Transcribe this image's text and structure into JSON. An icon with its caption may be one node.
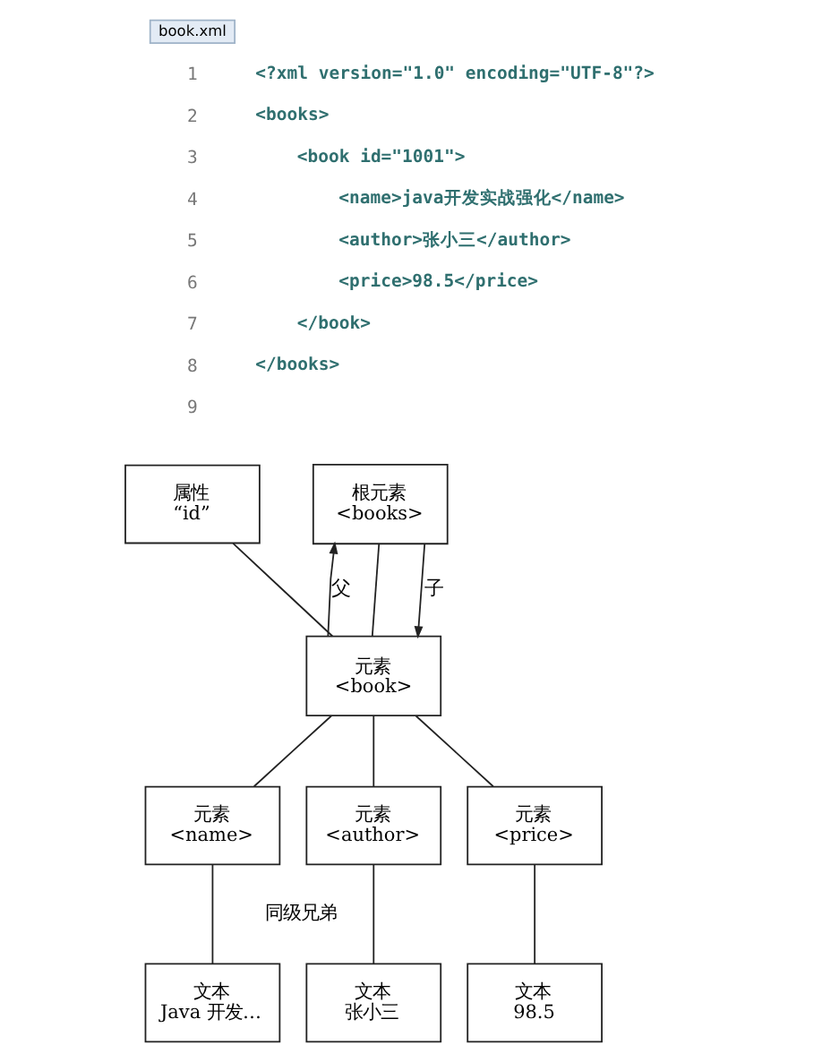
{
  "diagram": {
    "nodes": [
      {
        "text": [
          "属性",
          "“id”"
        ]
      },
      {
        "text": [
          "根元素",
          "<books>"
        ]
      },
      {
        "text": [
          "元素",
          "<book>"
        ]
      },
      {
        "text": [
          "元素",
          "<name>"
        ]
      },
      {
        "text": [
          "元素",
          "<author>"
        ]
      },
      {
        "text": [
          "元素",
          "<price>"
        ]
      },
      {
        "text": [
          "文本",
          "Java 开发…"
        ]
      },
      {
        "text": [
          "文本",
          "张小三"
        ]
      },
      {
        "text": [
          "文本",
          "98.5"
        ]
      }
    ],
    "edges": [
      {
        "from": 0,
        "to": 2,
        "arrow": "none"
      },
      {
        "from": 2,
        "to": 1,
        "arrow": "to",
        "label": "父"
      },
      {
        "from": 1,
        "to": 2,
        "arrow": "none"
      },
      {
        "from": 1,
        "to": 2,
        "arrow": "to",
        "label": "子"
      },
      {
        "from": 2,
        "to": 3,
        "arrow": "none"
      },
      {
        "from": 2,
        "to": 4,
        "arrow": "none"
      },
      {
        "from": 2,
        "to": 5,
        "arrow": "none"
      },
      {
        "from": 3,
        "to": 6,
        "arrow": "none"
      },
      {
        "from": 4,
        "to": 7,
        "arrow": "none"
      },
      {
        "from": 5,
        "to": 8,
        "arrow": "none"
      }
    ],
    "labels": [
      "book.xml",
      "1",
      "<?xml version=\"1.0\" encoding=\"UTF-8\"?>",
      "2",
      "<books>",
      "3",
      "<book id=\"1001\">",
      "4",
      "<name>java开发实战强化</name>",
      "5",
      "<author>张小三</author>",
      "6",
      "<price>98.5</price>",
      "7",
      "</book>",
      "8",
      "</books>",
      "9",
      "同级兄弟"
    ]
  }
}
